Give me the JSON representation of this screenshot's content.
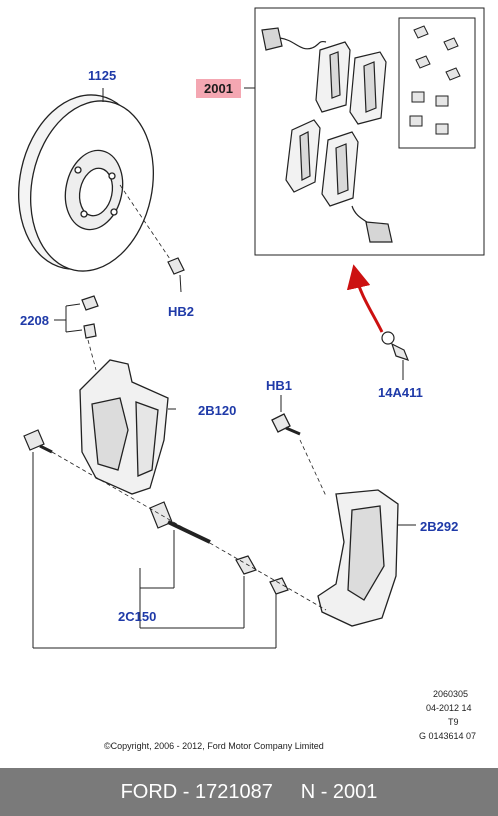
{
  "callouts": {
    "disc": "1125",
    "pad_kit": "2001",
    "bolt_hb2": "HB2",
    "bleed_kit": "2208",
    "bolt_hb1": "HB1",
    "wear_sensor": "14A411",
    "caliper": "2B120",
    "anchor_bracket": "2B292",
    "pin_kit": "2C150"
  },
  "meta": {
    "code": "2060305",
    "date": "04-2012 14",
    "variant": "T9",
    "ref": "G 0143614 07",
    "copyright": "©Copyright, 2006 - 2012, Ford Motor Company Limited"
  },
  "footer": {
    "brand_part": "FORD - 1721087",
    "position": "N - 2001"
  },
  "colors": {
    "callout_text": "#1f3aa8",
    "highlight": "#f4a7b2",
    "arrow": "#cc1111",
    "footer_bg": "#7a7a7a"
  }
}
